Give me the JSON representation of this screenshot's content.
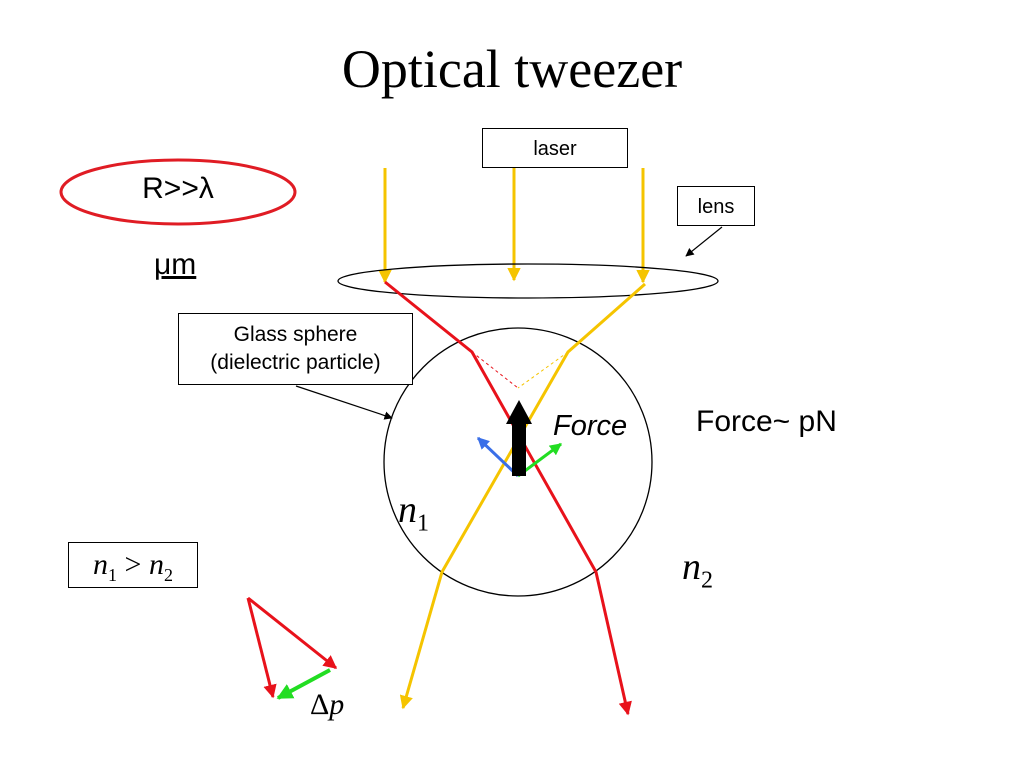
{
  "title": "Optical tweezer",
  "regime_label": "R>>λ",
  "size_label": "μm",
  "laser_label": "laser",
  "lens_label": "lens",
  "glass_label_line1": "Glass sphere",
  "glass_label_line2": "(dielectric particle)",
  "force_label": "Force",
  "force_magnitude_label": "Force~ pN",
  "inside_index": {
    "n": "n",
    "sub": "1"
  },
  "outside_index": {
    "n": "n",
    "sub": "2"
  },
  "inequality": {
    "left_n": "n",
    "left_sub": "1",
    "op": ">",
    "right_n": "n",
    "right_sub": "2"
  },
  "momentum_label": {
    "delta": "Δ",
    "var": "p"
  },
  "colors": {
    "ray_red": "#e8121b",
    "ray_yellow": "#f5c400",
    "momentum_green": "#22dd22",
    "momentum_blue": "#3a6fe8",
    "force_arrow": "#000000",
    "ellipse_outline": "#e01c24"
  }
}
